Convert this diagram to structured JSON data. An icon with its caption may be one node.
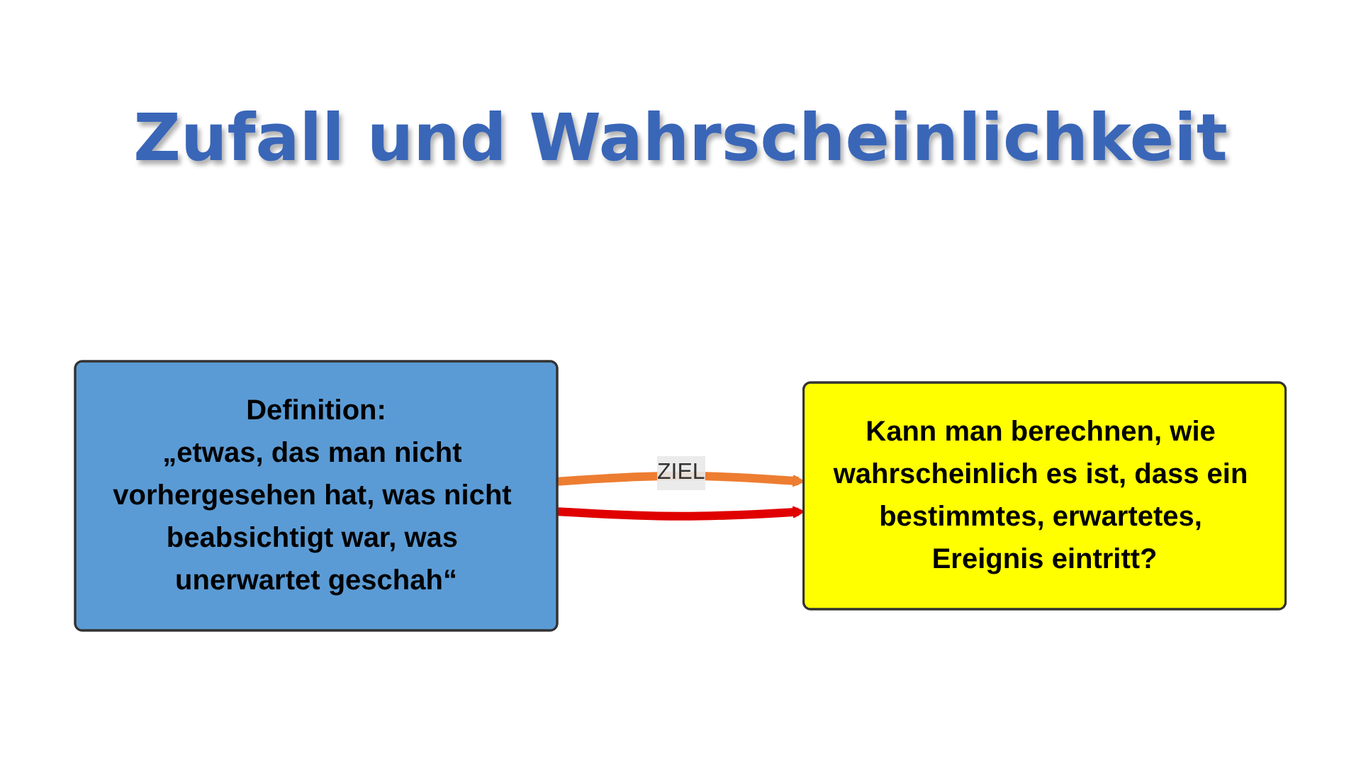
{
  "diagram": {
    "title": "Zufall und Wahrscheinlichkeit",
    "nodes": [
      {
        "text": [
          "Definition:",
          "„etwas, das man nicht vorhergesehen hat, was nicht beabsichtigt war, was unerwartet geschah“"
        ]
      },
      {
        "text": [
          "Kann man berechnen, wie wahrscheinlich es ist, dass ein bestimmtes, erwartetes, Ereignis eintritt?"
        ]
      }
    ],
    "edges": [
      {
        "from": 0,
        "to": 1,
        "arrow": "to",
        "label": "ZIEL",
        "color": "#ed7d31"
      },
      {
        "from": 0,
        "to": 1,
        "arrow": "to",
        "color": "#e00000"
      }
    ]
  }
}
